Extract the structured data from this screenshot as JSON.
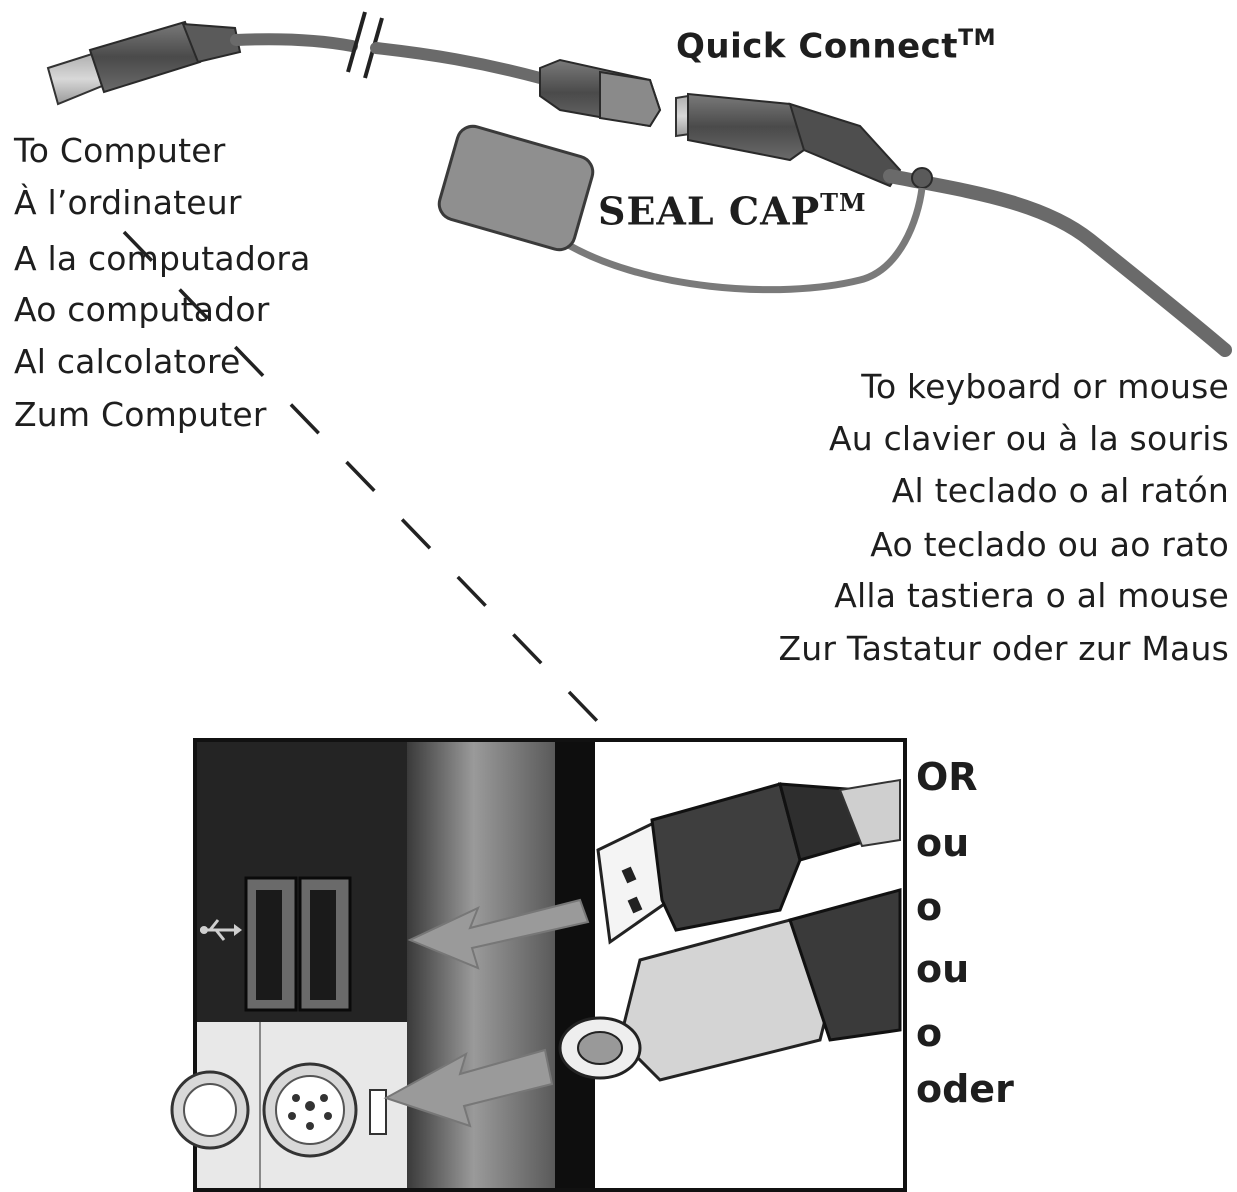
{
  "labels": {
    "quick_connect": "Quick Connect",
    "quick_connect_tm": "TM",
    "seal_cap": "SEAL CAP",
    "seal_cap_tm": "TM"
  },
  "to_computer": [
    "To Computer",
    "À l’ordinateur",
    "A la computadora",
    "Ao computador",
    "Al calcolatore",
    "Zum Computer"
  ],
  "to_keyboard": [
    "To keyboard or mouse",
    "Au clavier ou à la souris",
    "Al teclado o al ratón",
    "Ao teclado ou ao rato",
    "Alla tastiera o al mouse",
    "Zur Tastatur oder zur Maus"
  ],
  "or_words": [
    "OR",
    "ou",
    "o",
    "ou",
    "o",
    "oder"
  ],
  "colors": {
    "cable": "#8a8a8a",
    "connector": "#555555",
    "panel_dark": "#2a2a2a",
    "text": "#1e1e1e",
    "arrow": "#9a9a9a"
  },
  "icons": [
    "usb-icon",
    "ps2-port-icon"
  ]
}
